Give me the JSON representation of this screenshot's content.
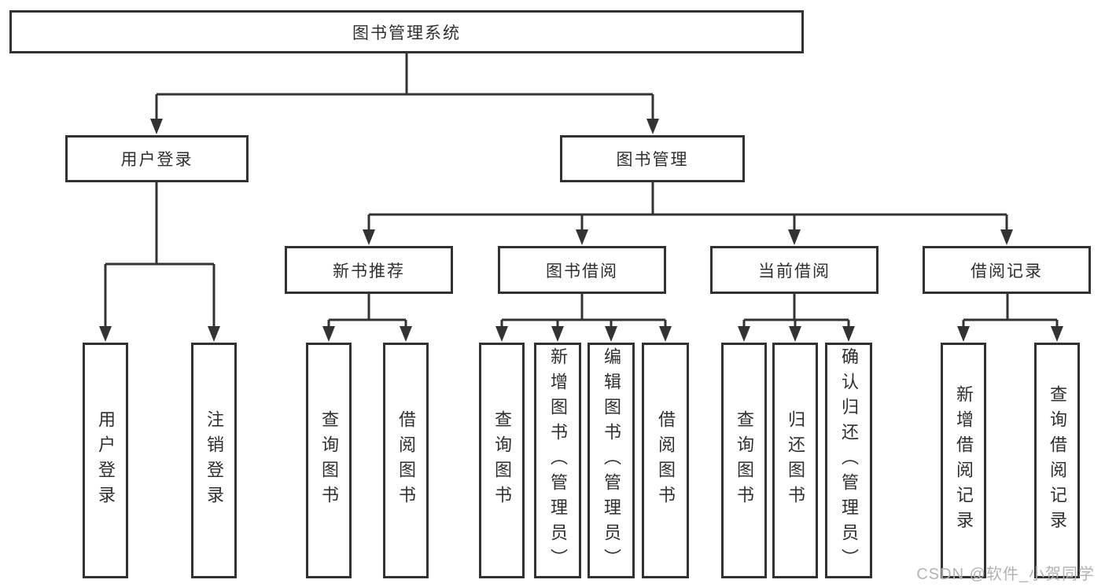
{
  "diagram": {
    "type": "hierarchy-chart",
    "colors": {
      "background": "#ffffff",
      "box_border": "#323232",
      "connector_line": "#333333",
      "text": "#2f2f2f",
      "watermark": "#b3b3b3"
    },
    "tree": {
      "label": "图书管理系统",
      "children": [
        {
          "label": "用户登录",
          "children": [
            {
              "label": "用户登录"
            },
            {
              "label": "注销登录"
            }
          ]
        },
        {
          "label": "图书管理",
          "children": [
            {
              "label": "新书推荐",
              "children": [
                {
                  "label": "查询图书"
                },
                {
                  "label": "借阅图书"
                }
              ]
            },
            {
              "label": "图书借阅",
              "children": [
                {
                  "label": "查询图书"
                },
                {
                  "label": "新增图书（管理员）"
                },
                {
                  "label": "编辑图书（管理员）"
                },
                {
                  "label": "借阅图书"
                }
              ]
            },
            {
              "label": "当前借阅",
              "children": [
                {
                  "label": "查询图书"
                },
                {
                  "label": "归还图书"
                },
                {
                  "label": "确认归还（管理员）"
                }
              ]
            },
            {
              "label": "借阅记录",
              "children": [
                {
                  "label": "新增借阅记录"
                },
                {
                  "label": "查询借阅记录"
                }
              ]
            }
          ]
        }
      ]
    }
  },
  "watermark": {
    "text": "CSDN @软件_小贺同学"
  }
}
